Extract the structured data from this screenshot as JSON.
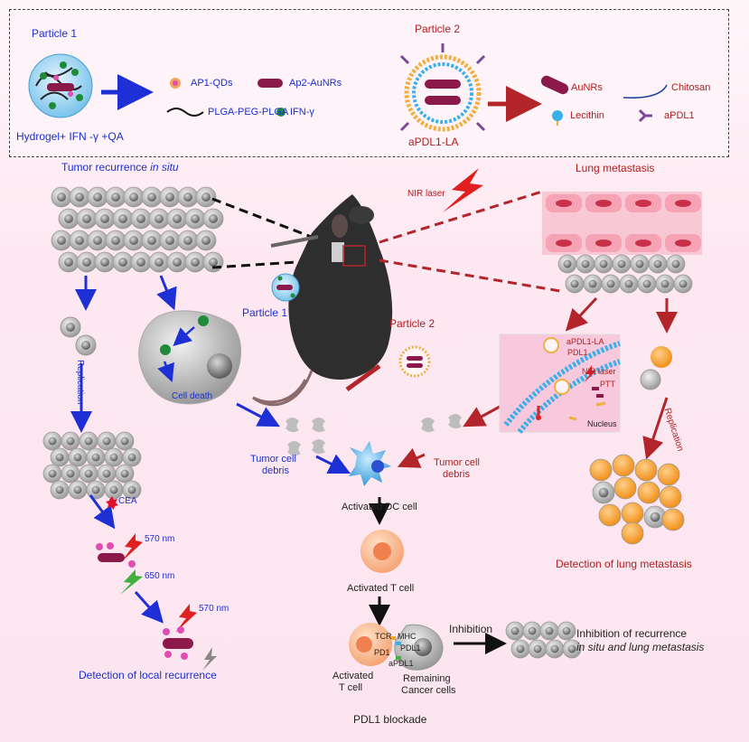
{
  "top_panel": {
    "particle1_title": "Particle 1",
    "particle1_caption": "Hydrogel+ IFN -γ +QA",
    "particle2_title": "Particle 2",
    "particle2_caption": "aPDL1-LA",
    "legend_left": {
      "ap1": "AP1-QDs",
      "ap2": "Ap2-AuNRs",
      "plga": "PLGA-PEG-PLGA",
      "ifn": "IFN-γ"
    },
    "legend_right": {
      "aunrs": "AuNRs",
      "chitosan": "Chitosan",
      "lecithin": "Lecithin",
      "apdl1": "aPDL1"
    }
  },
  "labels": {
    "tumor_recurrence": "Tumor recurrence ",
    "tumor_recurrence_italic": "in situ",
    "lung_metastasis": "Lung metastasis",
    "nir_laser": "NIR laser",
    "particle1": "Particle 1",
    "particle2": "Particle 2",
    "replication_left": "Replication",
    "replication_right": "Replication",
    "cell_death": "Cell death",
    "tumor_cell_debris_left_1": "Tumor cell",
    "tumor_cell_debris_left_2": "debris",
    "tumor_cell_debris_right_1": "Tumor cell",
    "tumor_cell_debris_right_2": "debris",
    "activated_dc": "Activated DC cell",
    "activated_t": "Activated T cell",
    "cea": "CEA",
    "nm570_a": "570 nm",
    "nm650": "650 nm",
    "nm570_b": "570 nm",
    "detection_local": "Detection of local recurrence",
    "detection_lung": "Detection of lung metastasis",
    "inset_apdl1_la": "aPDL1-LA",
    "inset_pdl1": "PDL1",
    "inset_nir": "NIR laser",
    "inset_ptt": "PTT",
    "inset_nucleus": "Nucleus",
    "tcr": "TCR",
    "mhc": "MHC",
    "pd1": "PD1",
    "pdl1": "PDL1",
    "apdl1": "aPDL1",
    "activated_t_cell_1": "Activated",
    "activated_t_cell_2": "T cell",
    "remaining_1": "Remaining",
    "remaining_2": "Cancer cells",
    "inhibition": "Inhibition",
    "inhibition_result_1": "Inhibition of recurrence",
    "inhibition_result_2": "in situ and lung metastasis",
    "pdl1_blockade": "PDL1 blockade"
  },
  "colors": {
    "blue_arrow": "#1e2fd6",
    "red_arrow": "#b3252b",
    "orange_cell": "#f5a623",
    "gray_cell": "#a9a9a9",
    "pink_vessel": "#f5a3b5"
  }
}
